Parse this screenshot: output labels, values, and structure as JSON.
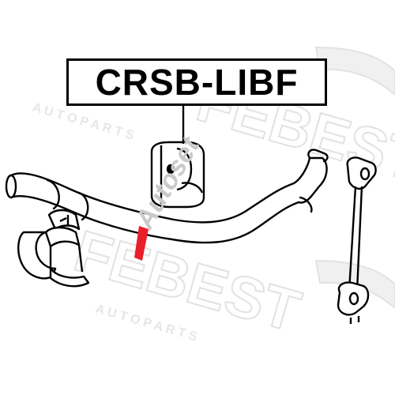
{
  "part_number": "CRSB-LIBF",
  "watermark": {
    "brand": "FEBEST",
    "tagline": "A U T O   P A R T S",
    "seller": "Autoset"
  },
  "colors": {
    "line": "#000000",
    "watermark": "#e4e4e4",
    "seller_mark": "#c9c9c9",
    "seller_accent": "#e8202a"
  }
}
